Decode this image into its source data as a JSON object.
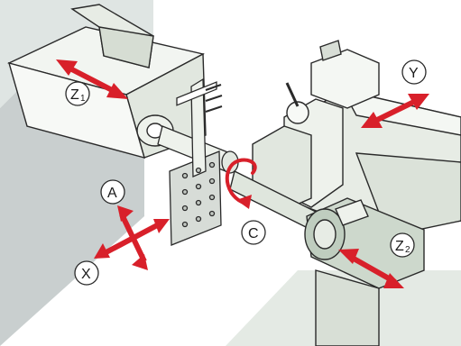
{
  "diagram": {
    "axis_labels": {
      "z1": {
        "main": "Z",
        "sub": "1"
      },
      "z2": {
        "main": "Z",
        "sub": "2"
      },
      "y": "Y",
      "a": "A",
      "x": "X",
      "c": "C"
    },
    "colors": {
      "arrow": "#d8202a",
      "machine_body": "#eef2ec",
      "machine_shadow": "#c7d1c7",
      "outline": "#2a2a2a",
      "background_left": "#c9cfcf",
      "background_right": "#e7efe7",
      "label_circle_fill": "#ffffff"
    },
    "icons": [
      "arrow-icon"
    ]
  }
}
